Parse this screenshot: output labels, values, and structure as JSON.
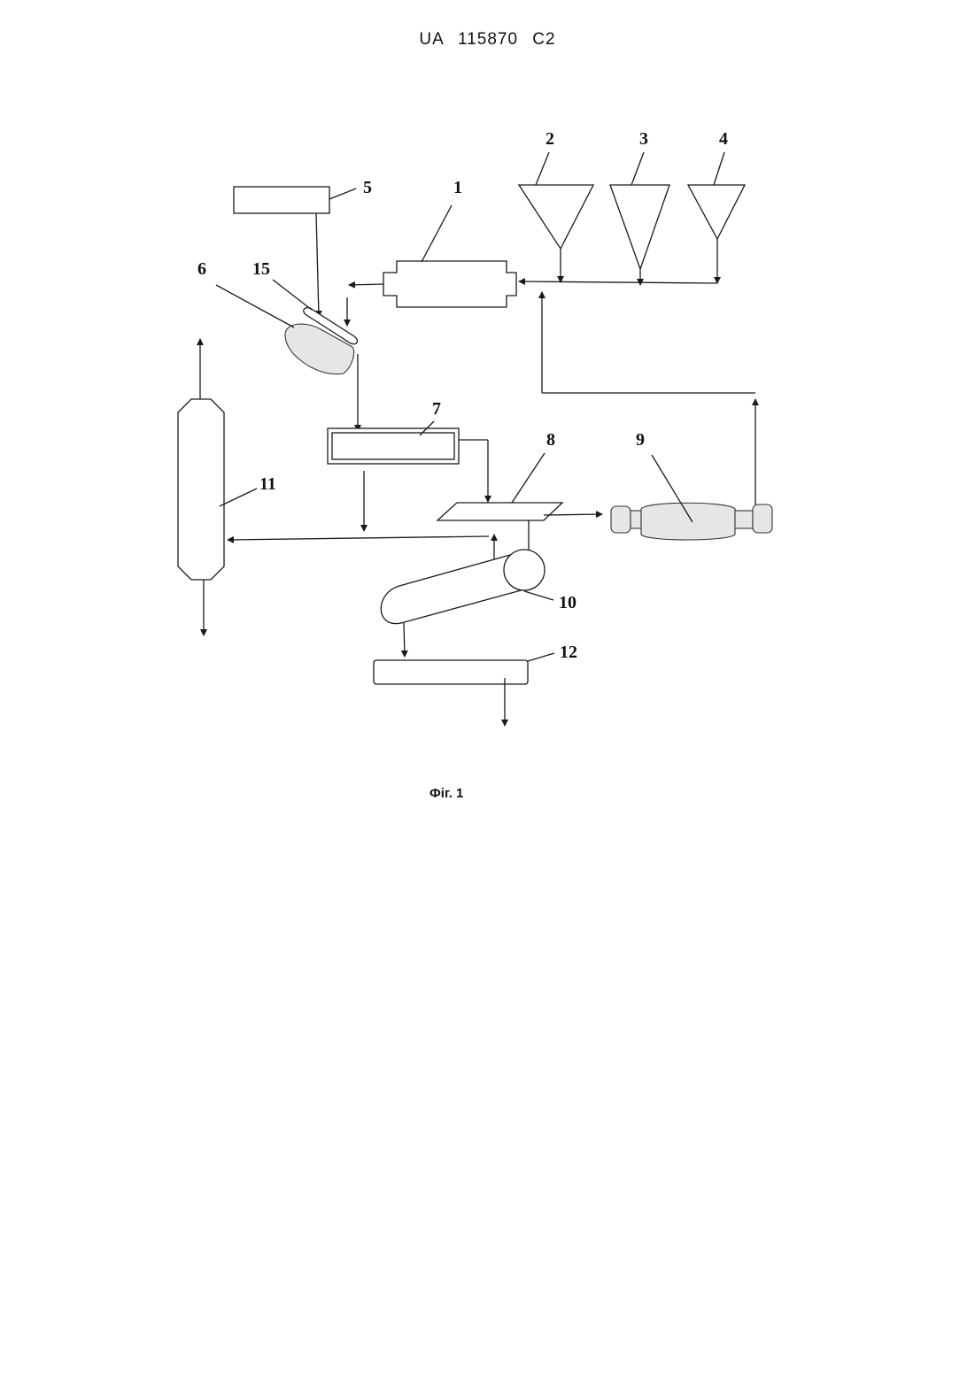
{
  "header": {
    "document_id": "UA 115870 C2"
  },
  "diagram": {
    "labels": {
      "n1": "1",
      "n2": "2",
      "n3": "3",
      "n4": "4",
      "n5": "5",
      "n6": "6",
      "n7": "7",
      "n8": "8",
      "n9": "9",
      "n10": "10",
      "n11": "11",
      "n12": "12",
      "n15": "15"
    },
    "caption": "Фіг. 1"
  }
}
